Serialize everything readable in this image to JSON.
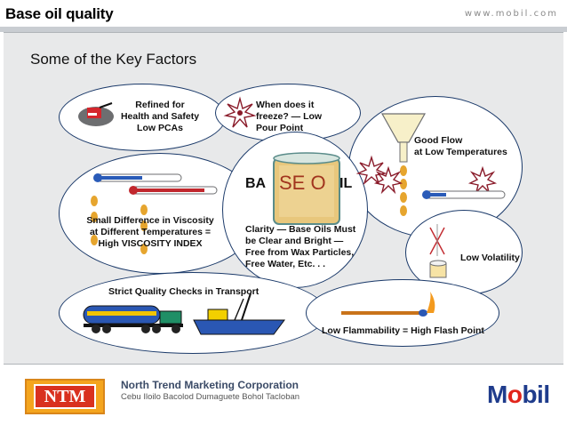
{
  "header": {
    "title": "Base oil quality",
    "url": "www.mobil.com"
  },
  "subtitle": "Some of the Key Factors",
  "factors": {
    "refined": [
      "Refined for",
      "Health and Safety",
      "Low PCAs"
    ],
    "freeze": [
      "When does it",
      "freeze? — Low",
      "Pour Point"
    ],
    "flow": [
      "Good Flow",
      "at Low Temperatures"
    ],
    "viscosity": [
      "Small Difference in Viscosity",
      "at Different Temperatures =",
      "High VISCOSITY INDEX"
    ],
    "clarity": [
      "Clarity — Base Oils Must",
      "be Clear and Bright —",
      "Free from Wax Particles,",
      "Free Water, Etc. . ."
    ],
    "volatility": "Low Volatility",
    "transport": "Strict Quality Checks in Transport",
    "flash": "Low Flammability = High Flash Point"
  },
  "base_oil_label": {
    "left": "BA",
    "mid": "SE O",
    "right": "IL"
  },
  "footer": {
    "company": "North Trend Marketing Corporation",
    "cities": "Cebu Iloilo Bacolod Dumaguete Bohol Tacloban",
    "ntm_logo": "NTM",
    "mobil_logo_pre": "M",
    "mobil_logo_o": "o",
    "mobil_logo_post": "bil"
  },
  "colors": {
    "outline": "#1b3a6a",
    "panel": "#e8e9ea",
    "mobil_blue": "#1f3c8c",
    "mobil_red": "#e1251b"
  }
}
